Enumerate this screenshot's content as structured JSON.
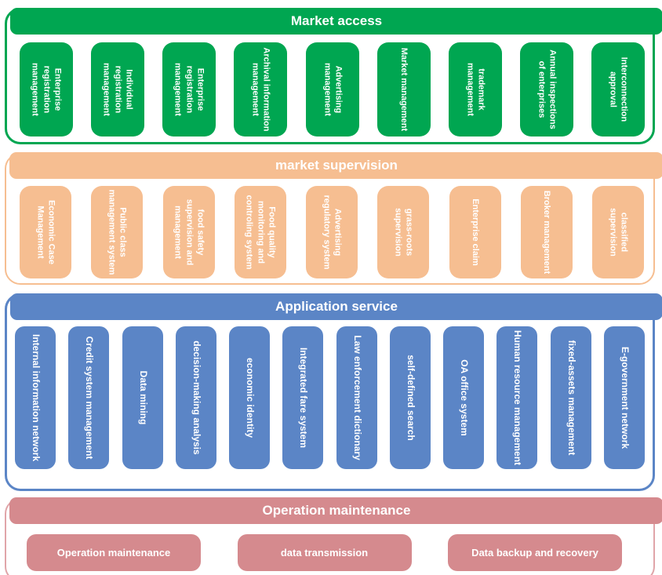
{
  "diagram": {
    "sections": [
      {
        "id": "market-access",
        "title": "Market access",
        "color": "#00A651",
        "items": [
          "Enterprise registration management",
          "Individual registration management",
          "Enterprise registration management",
          "Archival information management",
          "Advertising management",
          "Market management",
          "trademark management",
          "Annual inspections of enterprises",
          "Interconnection approval"
        ]
      },
      {
        "id": "market-supervision",
        "title": "market supervision",
        "color": "#F6BE91",
        "items": [
          "Economic Case Management",
          "Public class management system",
          "food safety supervision and management",
          "Food quality monitoring and controling system",
          "Advertising regulatory system",
          "grass-roots supervision",
          "Enterprise claim",
          "Broker management",
          "classified supervision"
        ]
      },
      {
        "id": "application-service",
        "title": "Application service",
        "color": "#5B85C6",
        "items": [
          "Internal information network",
          "Credit system management",
          "Data mining",
          "decision-making analysis",
          "economic identity",
          "Integrated fare system",
          "Law enforcement dictionary",
          "self-defined search",
          "OA office system",
          "Human resource management",
          "fixed-assets management",
          "E-government network"
        ]
      },
      {
        "id": "operation-maintenance",
        "title": "Operation maintenance",
        "color": "#D58A8E",
        "items": [
          "Operation maintenance",
          "data transmission",
          "Data backup and recovery"
        ]
      }
    ]
  }
}
